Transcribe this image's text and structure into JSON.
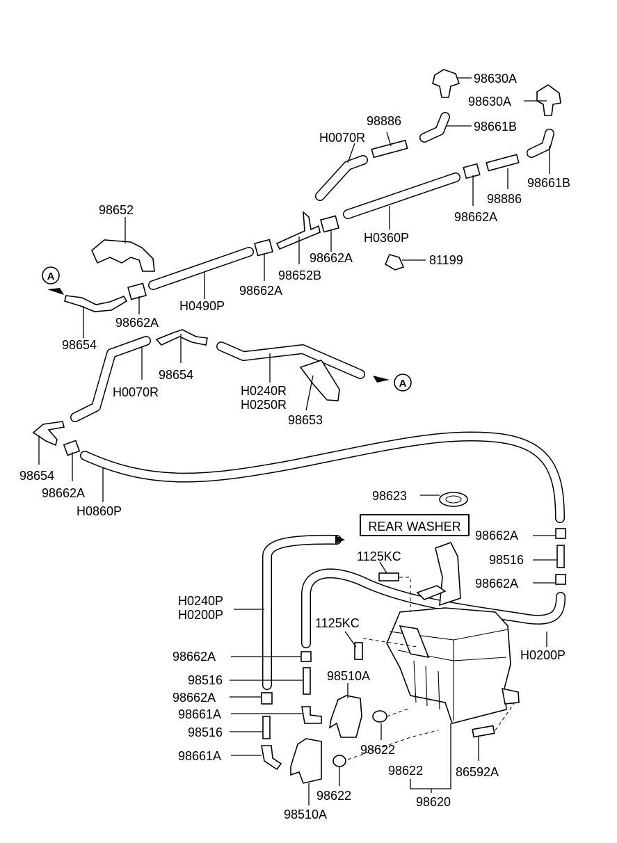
{
  "labels": {
    "p98630A_top": "98630A",
    "p98630A_right": "98630A",
    "p98886_top": "98886",
    "pH0070R_top": "H0070R",
    "p98661B_top": "98661B",
    "p98661B_right": "98661B",
    "p98886_right": "98886",
    "p98652": "98652",
    "p98662A_mr": "98662A",
    "pH0360P": "H0360P",
    "p98662A_c": "98662A",
    "p81199": "81199",
    "p98652B": "98652B",
    "p98662A_l2": "98662A",
    "pH0490P": "H0490P",
    "p98662A_l": "98662A",
    "p98654_l": "98654",
    "p98654_c": "98654",
    "pH0070R_mid": "H0070R",
    "pH0240R": "H0240R",
    "pH0250R": "H0250R",
    "p98653": "98653",
    "p98654_bl": "98654",
    "p98662A_bl": "98662A",
    "pH0860P": "H0860P",
    "p98623": "98623",
    "rear_washer": "REAR WASHER",
    "p98662A_r1": "98662A",
    "p98516_r": "98516",
    "p98662A_r2": "98662A",
    "p1125KC_1": "1125KC",
    "p1125KC_2": "1125KC",
    "pH0240P": "H0240P",
    "pH0200P_l": "H0200P",
    "pH0200P_r": "H0200P",
    "p98662A_t1": "98662A",
    "p98510A_1": "98510A",
    "p98516_t1": "98516",
    "p98662A_t2": "98662A",
    "p98661A_1": "98661A",
    "p98516_t2": "98516",
    "p98661A_2": "98661A",
    "p98622_1": "98622",
    "p98622_2": "98622",
    "p86592A": "86592A",
    "p98622_3": "98622",
    "p98620": "98620",
    "p98510A_2": "98510A",
    "ref_A": "A"
  }
}
